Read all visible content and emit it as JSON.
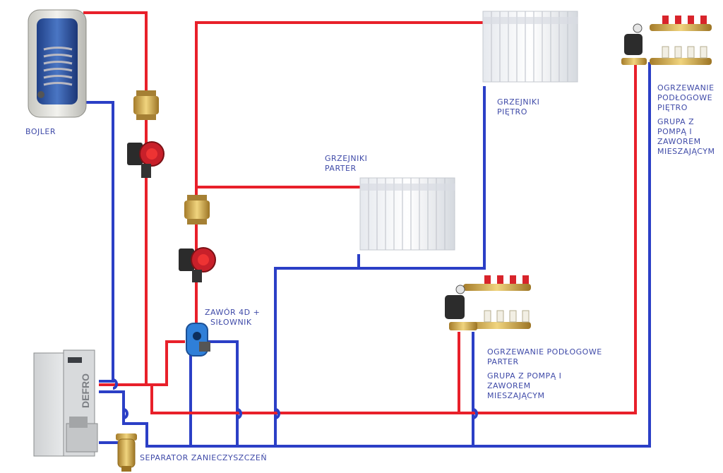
{
  "colors": {
    "supply": "#e8202a",
    "return": "#2b3fc6",
    "label": "#3f4aa8",
    "brass": "#c9a24a",
    "pump": "#c8202a",
    "valve": "#2f7fd8"
  },
  "labels": {
    "bojler": "BOJLER",
    "grzejniki_pietro": [
      "GRZEJNIKI",
      "PIĘTRO"
    ],
    "grzejniki_parter": [
      "GRZEJNIKI",
      "PARTER"
    ],
    "ogrzewanie_pietro": [
      "OGRZEWANIE",
      "PODŁOGOWE",
      "PIĘTRO"
    ],
    "grupa_pietro": [
      "GRUPA Z",
      "POMPĄ I",
      "ZAWOREM",
      "MIESZAJĄCYM"
    ],
    "zawor": [
      "ZAWÓR 4D +",
      "SIŁOWNIK"
    ],
    "ogrzewanie_parter": [
      "OGRZEWANIE PODŁOGOWE",
      "PARTER"
    ],
    "grupa_parter": [
      "GRUPA Z POMPĄ I",
      "ZAWOREM",
      "MIESZAJĄCYM"
    ],
    "separator": "SEPARATOR ZANIECZYSZCZEŃ",
    "boiler_brand": "DEFRO"
  }
}
